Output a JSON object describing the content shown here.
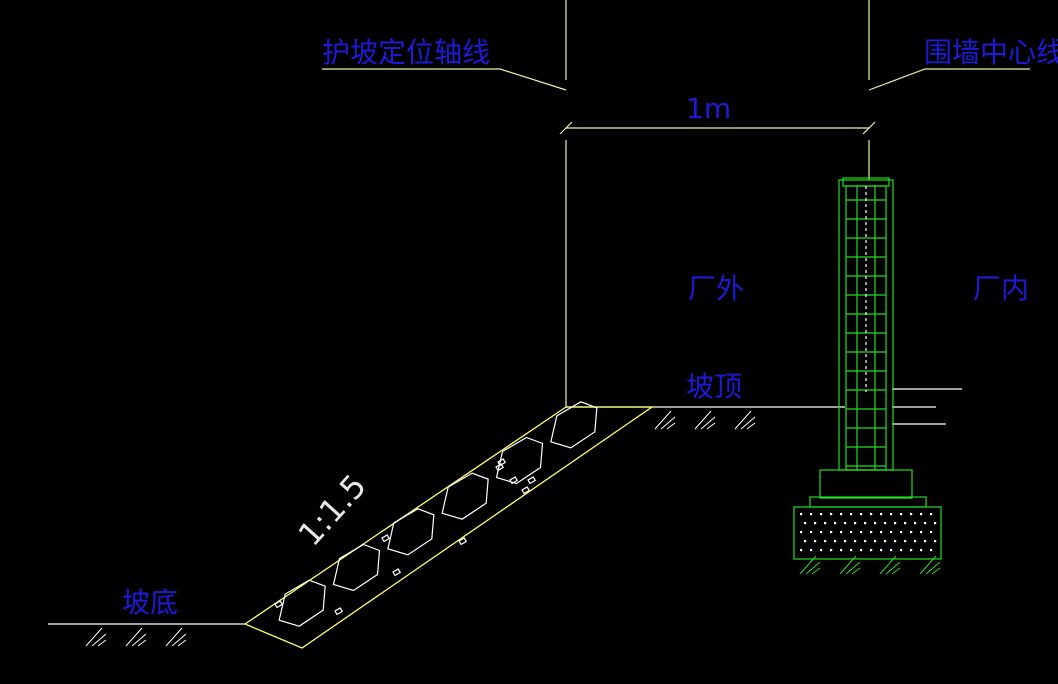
{
  "labels": {
    "slope_axis": "护坡定位轴线",
    "wall_centerline": "围墙中心线",
    "dimension": "1m",
    "outside": "厂外",
    "inside": "厂内",
    "slope_top": "坡顶",
    "slope_bottom": "坡底",
    "slope_ratio": "1:1.5"
  },
  "colors": {
    "background": "#000000",
    "text": "#1c1cd8",
    "outline": "#ffff66",
    "wall": "#22dd22",
    "ground": "#ffffff",
    "dimension_text": "#e8e8e8"
  }
}
